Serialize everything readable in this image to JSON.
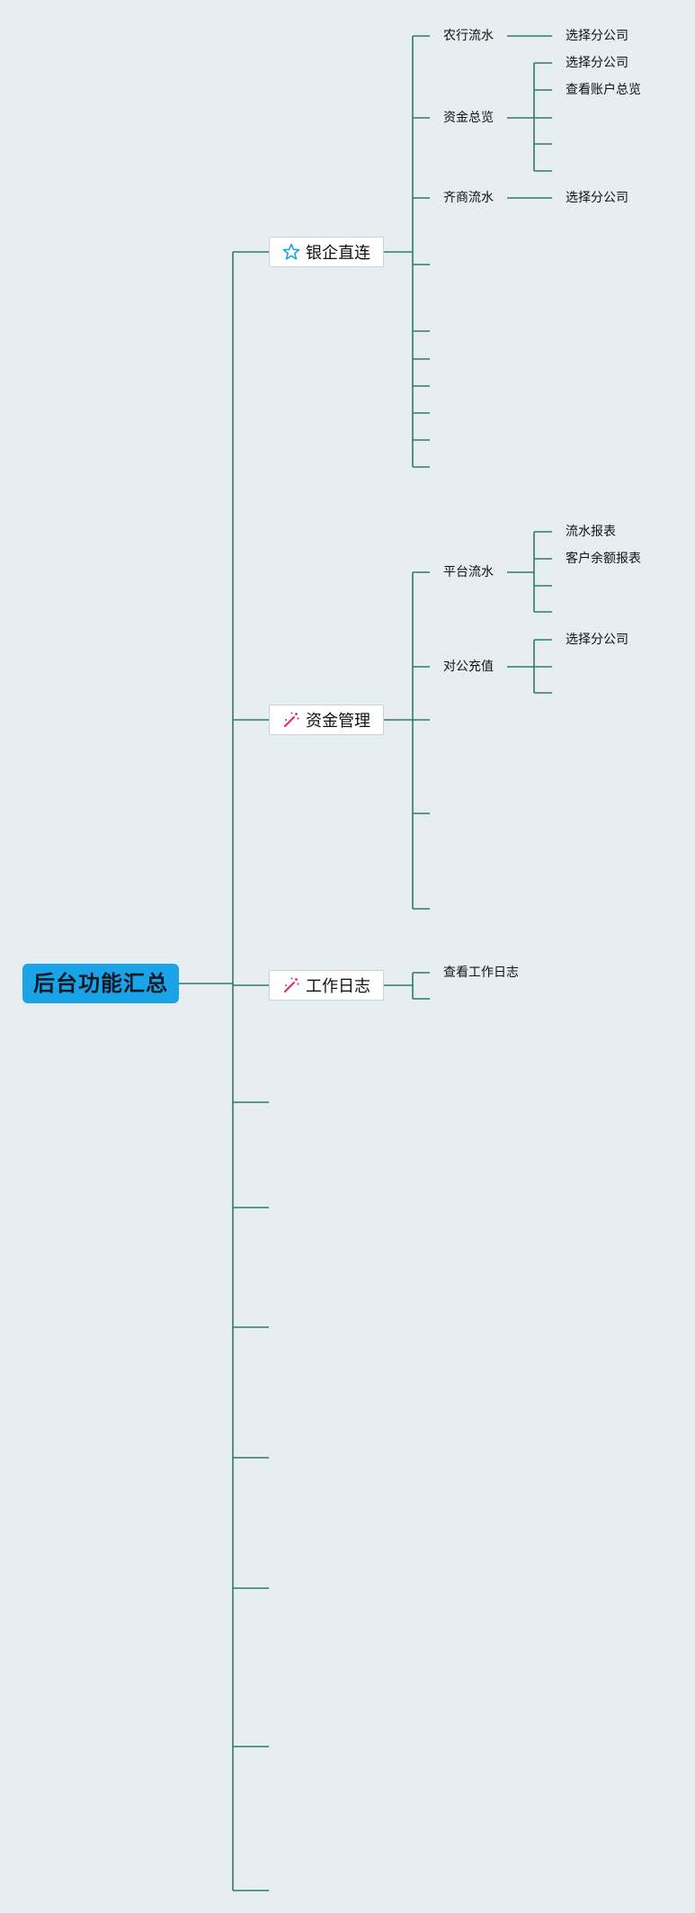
{
  "diagram": {
    "root": {
      "label": "后台功能汇总"
    },
    "branches": [
      {
        "label": "银企直连",
        "icon": "star-icon",
        "children": [
          {
            "label": "农行流水",
            "children": [
              "选择分公司"
            ]
          },
          {
            "label": "资金总览",
            "children": [
              "选择分公司",
              "查看账户总览"
            ]
          },
          {
            "label": "齐商流水",
            "children": [
              "选择分公司"
            ]
          }
        ]
      },
      {
        "label": "资金管理",
        "icon": "magic-wand-icon",
        "children": [
          {
            "label": "平台流水",
            "children": [
              "流水报表",
              "客户余额报表"
            ]
          },
          {
            "label": "对公充值",
            "children": [
              "选择分公司"
            ]
          }
        ]
      },
      {
        "label": "工作日志",
        "icon": "magic-wand-icon",
        "children": [
          {
            "label": "查看工作日志",
            "children": []
          }
        ]
      }
    ]
  },
  "colors": {
    "background": "#e6eef2",
    "connector": "#2f7a66",
    "root_fill": "#1ba3e8",
    "star_icon": "#1ba3e8",
    "wand_icon": "#e0285a"
  }
}
